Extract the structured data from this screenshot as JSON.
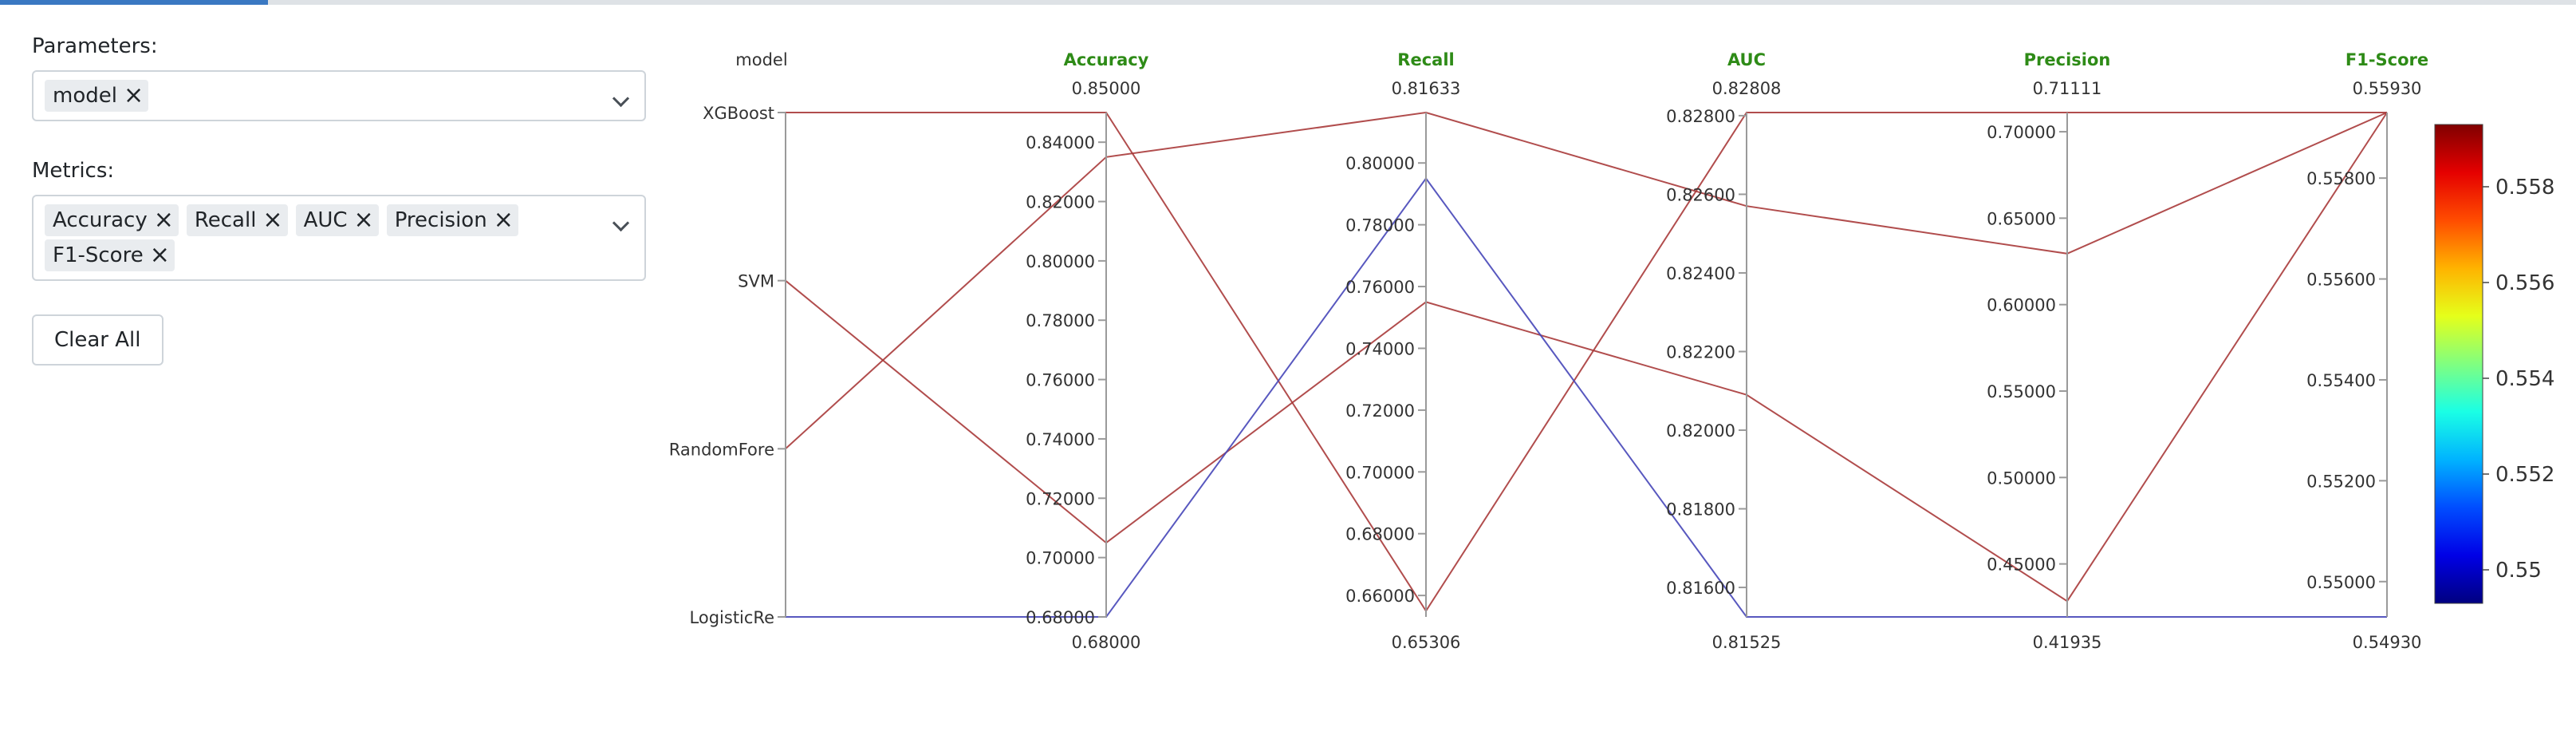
{
  "params_label": "Parameters:",
  "params_chips": [
    "model"
  ],
  "metrics_label": "Metrics:",
  "metrics_chips": [
    "Accuracy",
    "Recall",
    "AUC",
    "Precision",
    "F1-Score"
  ],
  "chip_close_glyph": "×",
  "clear_button": "Clear All",
  "colors": {
    "header_green": "#2e8b17",
    "axis_line": "#9a9a9a",
    "tab_accent": "#3a78c2"
  },
  "chart_data": {
    "type": "parallel_coordinates",
    "color_by": "F1-Score",
    "axes": [
      {
        "name": "model",
        "type": "categorical",
        "categories": [
          "XGBoost",
          "SVM",
          "RandomFore",
          "LogisticRe"
        ]
      },
      {
        "name": "Accuracy",
        "range": [
          0.68,
          0.85
        ],
        "top_label": "0.85000",
        "bottom_label": "0.68000",
        "ticks": [
          "0.84000",
          "0.82000",
          "0.80000",
          "0.78000",
          "0.76000",
          "0.74000",
          "0.72000",
          "0.70000",
          "0.68000"
        ]
      },
      {
        "name": "Recall",
        "range": [
          0.65306,
          0.81633
        ],
        "top_label": "0.81633",
        "bottom_label": "0.65306",
        "ticks": [
          "0.80000",
          "0.78000",
          "0.76000",
          "0.74000",
          "0.72000",
          "0.70000",
          "0.68000",
          "0.66000"
        ]
      },
      {
        "name": "AUC",
        "range": [
          0.81525,
          0.82808
        ],
        "top_label": "0.82808",
        "bottom_label": "0.81525",
        "ticks": [
          "0.82800",
          "0.82600",
          "0.82400",
          "0.82200",
          "0.82000",
          "0.81800",
          "0.81600"
        ]
      },
      {
        "name": "Precision",
        "range": [
          0.41935,
          0.71111
        ],
        "top_label": "0.71111",
        "bottom_label": "0.41935",
        "ticks": [
          "0.70000",
          "0.65000",
          "0.60000",
          "0.55000",
          "0.50000",
          "0.45000"
        ]
      },
      {
        "name": "F1-Score",
        "range": [
          0.5493,
          0.5593
        ],
        "top_label": "0.55930",
        "bottom_label": "0.54930",
        "ticks": [
          "0.55800",
          "0.55600",
          "0.55400",
          "0.55200",
          "0.55000"
        ]
      }
    ],
    "rows": [
      {
        "model": "XGBoost",
        "Accuracy": 0.85,
        "Recall": 0.655,
        "AUC": 0.82808,
        "Precision": 0.71111,
        "F1-Score": 0.5593
      },
      {
        "model": "SVM",
        "Accuracy": 0.705,
        "Recall": 0.755,
        "AUC": 0.8209,
        "Precision": 0.4285,
        "F1-Score": 0.5593
      },
      {
        "model": "RandomFore",
        "Accuracy": 0.835,
        "Recall": 0.81633,
        "AUC": 0.8257,
        "Precision": 0.6295,
        "F1-Score": 0.5593
      },
      {
        "model": "LogisticRe",
        "Accuracy": 0.68,
        "Recall": 0.795,
        "AUC": 0.81525,
        "Precision": 0.41935,
        "F1-Score": 0.5493
      }
    ],
    "colorbar": {
      "colorscale": "jet",
      "range": [
        0.5493,
        0.5593
      ],
      "ticks": [
        "0.558",
        "0.556",
        "0.554",
        "0.552",
        "0.55"
      ]
    }
  }
}
